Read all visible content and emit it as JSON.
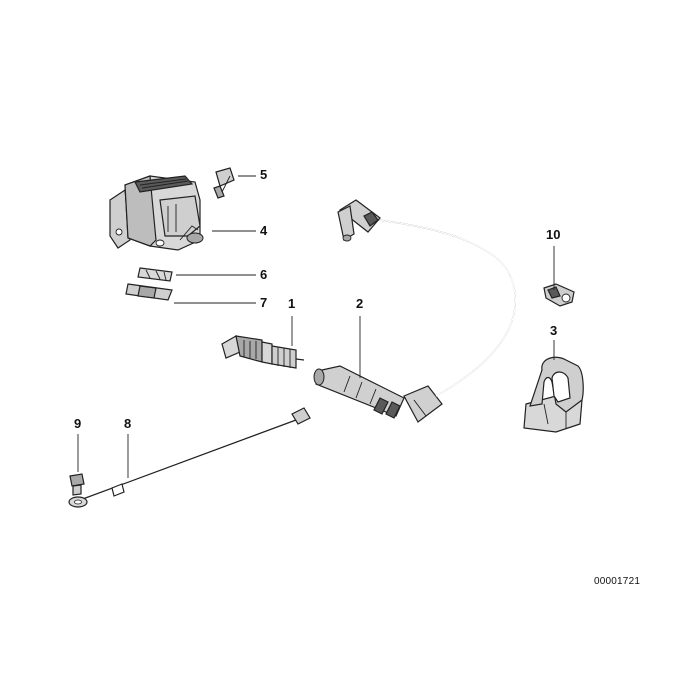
{
  "callouts": {
    "c1": "1",
    "c2": "2",
    "c3": "3",
    "c4": "4",
    "c5": "5",
    "c6": "6",
    "c7": "7",
    "c8": "8",
    "c9": "9",
    "c10": "10"
  },
  "catalog_number": "00001721",
  "colors": {
    "line": "#222222",
    "fill_light": "#d6d6d6",
    "fill_mid": "#a8a8a8",
    "fill_dark": "#5a5a5a",
    "background": "#ffffff"
  }
}
